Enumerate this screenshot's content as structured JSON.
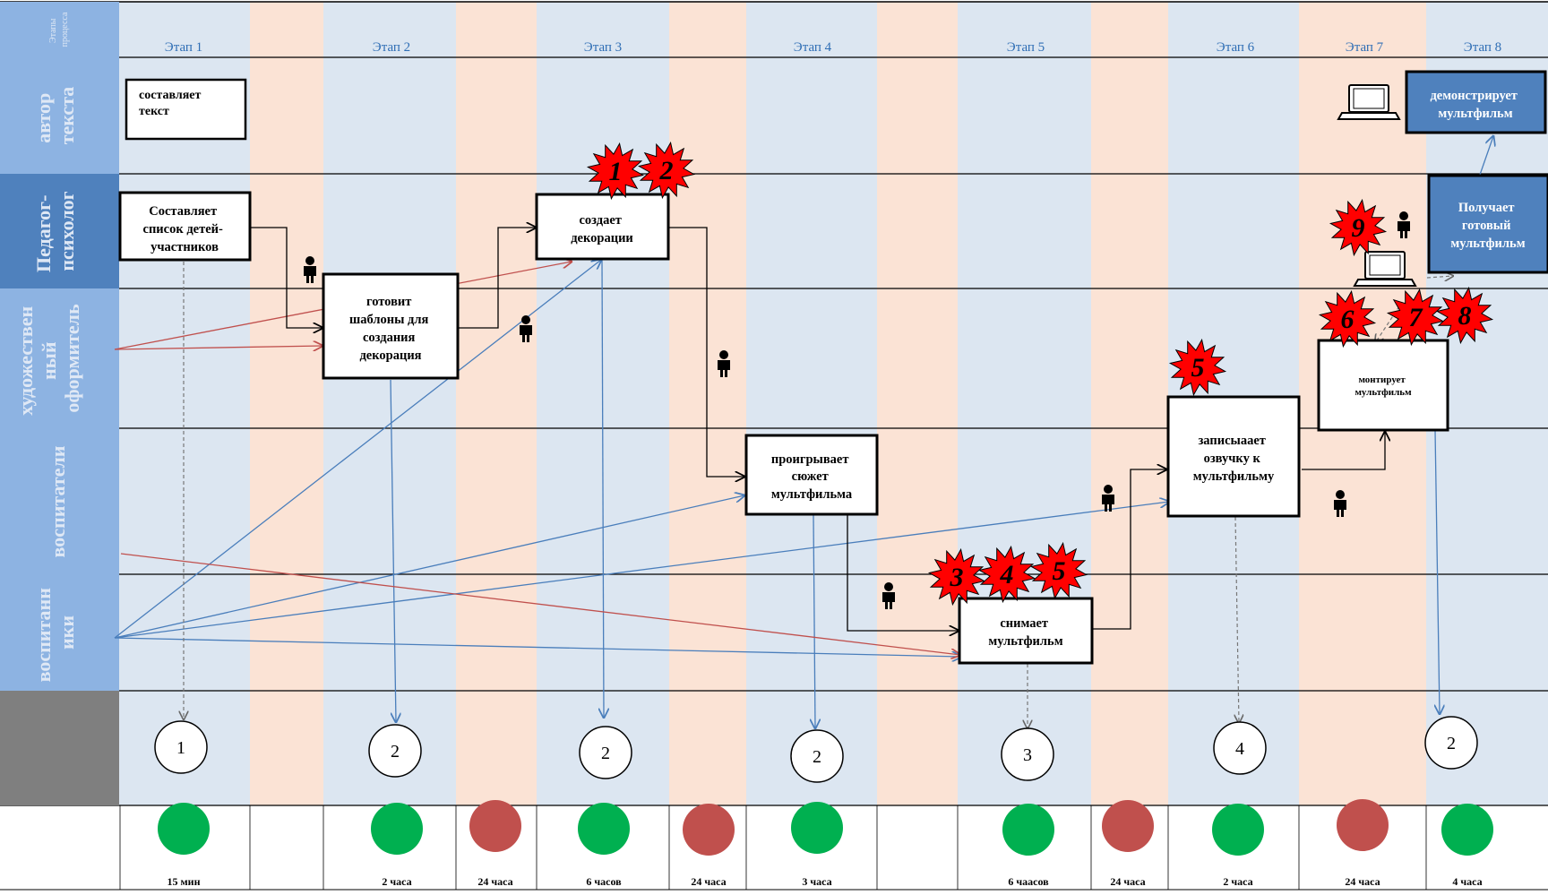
{
  "colors": {
    "lane_header_light": "#8db3e2",
    "lane_header_dark": "#4f81bd",
    "stripe_blue": "#dce6f1",
    "stripe_peach": "#fbe3d5",
    "blue_arrow": "#4a7ebb",
    "red_arrow": "#c0504d",
    "green_status": "#00b050",
    "red_status": "#c0504d",
    "burst": "#ff0000",
    "highlight_box": "#4f81bd"
  },
  "header": {
    "corner_label": [
      "Этапы",
      "процесса"
    ]
  },
  "stages": [
    "Этап 1",
    "Этап 2",
    "Этап 3",
    "Этап 4",
    "Этап 5",
    "Этап 6",
    "Этап 7",
    "Этап 8"
  ],
  "lanes": [
    {
      "label": [
        "автор",
        "текста"
      ]
    },
    {
      "label": [
        "Педагог-",
        "психолог"
      ]
    },
    {
      "label": [
        "художествен",
        "ный",
        "оформитель"
      ]
    },
    {
      "label": [
        "воспитатели"
      ]
    },
    {
      "label": [
        "воспитанн",
        "ики"
      ]
    }
  ],
  "boxes": [
    {
      "id": "text",
      "lines": [
        "составляет",
        "текст"
      ]
    },
    {
      "id": "list",
      "lines": [
        "Составляет",
        "список детей-",
        "участников"
      ]
    },
    {
      "id": "templates",
      "lines": [
        "готовит",
        "шаблоны для",
        "создания",
        "декорация"
      ]
    },
    {
      "id": "decor",
      "lines": [
        "создает",
        "декорации"
      ]
    },
    {
      "id": "play",
      "lines": [
        "проигрывает",
        "сюжет",
        "мультфильма"
      ]
    },
    {
      "id": "shoot",
      "lines": [
        "снимает",
        "мультфильм"
      ]
    },
    {
      "id": "voice",
      "lines": [
        "записыаает",
        "озвучку к",
        "мультфильму"
      ]
    },
    {
      "id": "edit",
      "lines": [
        "монтирует",
        "мультфильм"
      ]
    },
    {
      "id": "receive",
      "lines": [
        "Получает",
        "готовый",
        "мультфильм"
      ]
    },
    {
      "id": "demo",
      "lines": [
        "демонстрирует",
        "мультфильм"
      ]
    }
  ],
  "people_counts": [
    "1",
    "2",
    "2",
    "2",
    "3",
    "4",
    "2"
  ],
  "problem_markers": [
    "1",
    "2",
    "3",
    "4",
    "5",
    "5",
    "6",
    "7",
    "8",
    "9"
  ],
  "icons": [
    "person-icon",
    "laptop-icon"
  ],
  "timeline": [
    {
      "status": "green",
      "label": "15 мин"
    },
    {
      "status": "green",
      "label": "2 часа"
    },
    {
      "status": "red",
      "label": "24 часа"
    },
    {
      "status": "green",
      "label": "6 часов"
    },
    {
      "status": "red",
      "label": "24 часа"
    },
    {
      "status": "green",
      "label": "3 часа"
    },
    {
      "status": "green",
      "label": "6 чаасов"
    },
    {
      "status": "red",
      "label": "24 часа"
    },
    {
      "status": "green",
      "label": "2 часа"
    },
    {
      "status": "red",
      "label": "24 часа"
    },
    {
      "status": "green",
      "label": "4 часа"
    }
  ]
}
